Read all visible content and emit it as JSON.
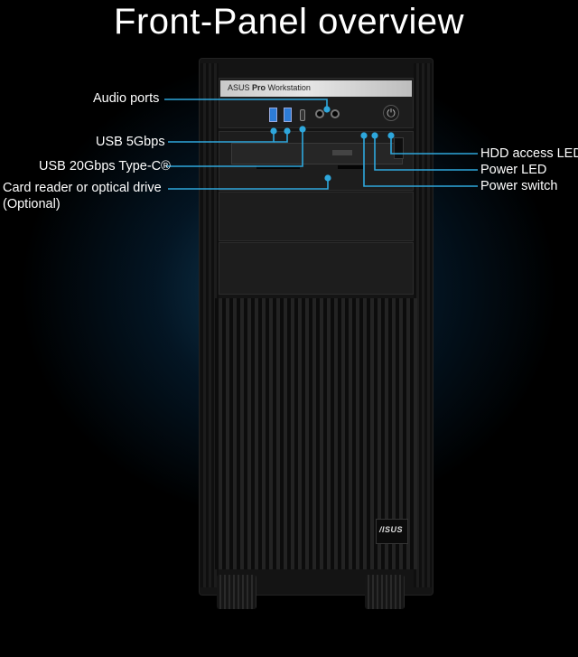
{
  "title": "Front-Panel overview",
  "labels": {
    "audio_ports": "Audio ports",
    "usb_5gbps": "USB 5Gbps",
    "usb_type_c": "USB 20Gbps Type-C®",
    "card_reader_line1": "Card reader or optical drive",
    "card_reader_line2": "(Optional)",
    "hdd_led": "HDD access LED",
    "power_led": "Power LED",
    "power_switch": "Power switch"
  },
  "brand_plate": {
    "prefix": "ASUS ",
    "bold": "Pro",
    "suffix": " Workstation"
  },
  "logo_text": "/ISUS",
  "colors": {
    "callout_line": "#2ea7dc",
    "background": "#000000",
    "title": "#ffffff"
  }
}
